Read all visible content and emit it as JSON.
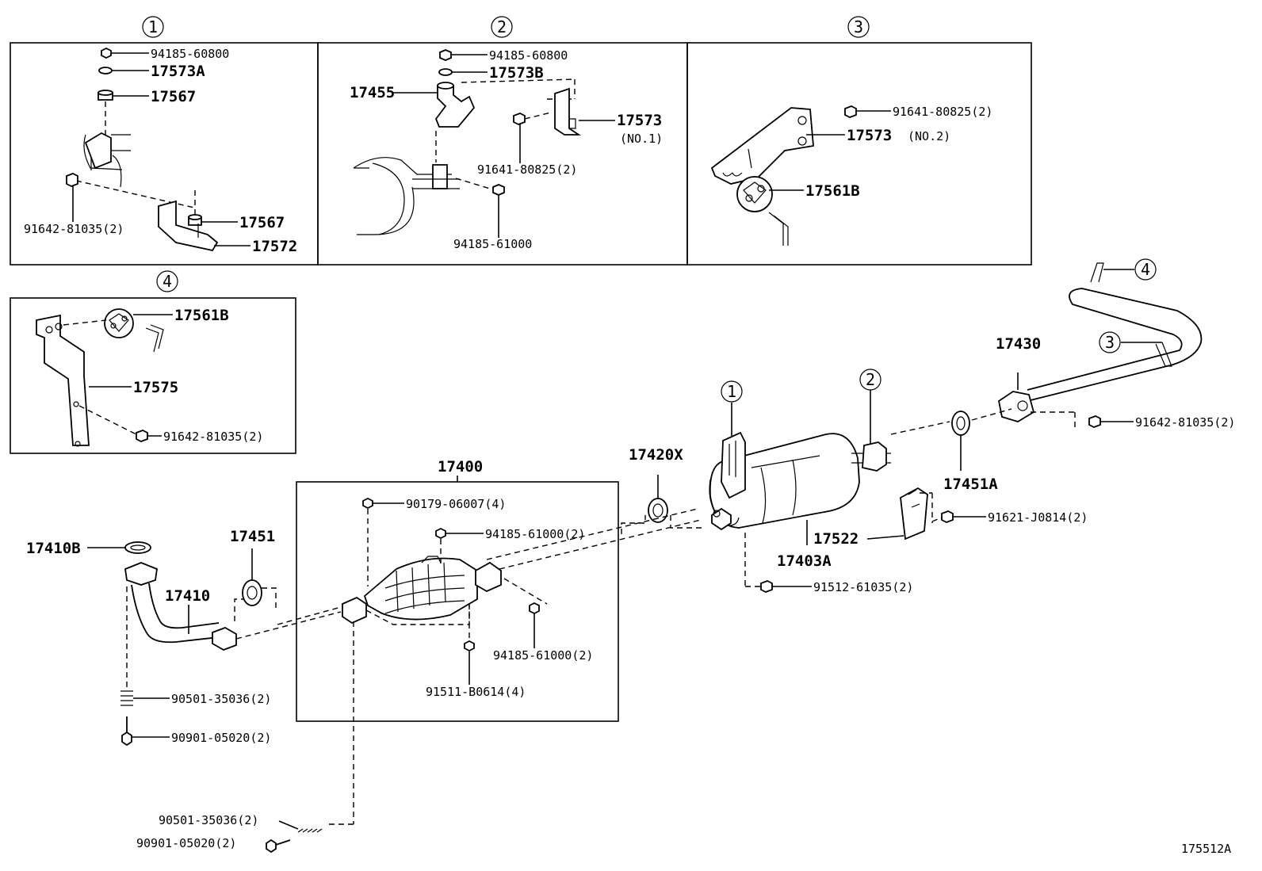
{
  "callouts": {
    "c1_top": "1",
    "c2_top": "2",
    "c3_top": "3",
    "c4_top": "4",
    "c1_muffler": "1",
    "c2_muffler": "2",
    "c3_tail": "3",
    "c4_tail": "4"
  },
  "panel1": {
    "p_94185_60800": "94185-60800",
    "p_17573A": "17573A",
    "p_17567_top": "17567",
    "p_91642_81035": "91642-81035(2)",
    "p_17567_bottom": "17567",
    "p_17572": "17572"
  },
  "panel2": {
    "p_94185_60800": "94185-60800",
    "p_17573B": "17573B",
    "p_17455": "17455",
    "p_17573": "17573",
    "p_no1": "(NO.1)",
    "p_91641_80825": "91641-80825(2)",
    "p_94185_61000": "94185-61000"
  },
  "panel3": {
    "p_91641_80825": "91641-80825(2)",
    "p_17573": "17573",
    "p_no2": "(NO.2)",
    "p_17561B": "17561B"
  },
  "panel4": {
    "p_17561B": "17561B",
    "p_17575": "17575",
    "p_91642_81035": "91642-81035(2)"
  },
  "main": {
    "p_17400": "17400",
    "p_90179_06007": "90179-06007(4)",
    "p_94185_61000_a": "94185-61000(2)",
    "p_94185_61000_b": "94185-61000(2)",
    "p_91511_B0614": "91511-B0614(4)",
    "p_17451": "17451",
    "p_17410B": "17410B",
    "p_17410": "17410",
    "p_90501_35036_a": "90501-35036(2)",
    "p_90901_05020_a": "90901-05020(2)",
    "p_90501_35036_b": "90501-35036(2)",
    "p_90901_05020_b": "90901-05020(2)",
    "p_17420X": "17420X",
    "p_17403A": "17403A",
    "p_17522": "17522",
    "p_91512_61035": "91512-61035(2)",
    "p_17451A": "17451A",
    "p_91621_J0814": "91621-J0814(2)",
    "p_17430": "17430",
    "p_91642_81035": "91642-81035(2)"
  },
  "footer": {
    "ref": "175512A"
  }
}
